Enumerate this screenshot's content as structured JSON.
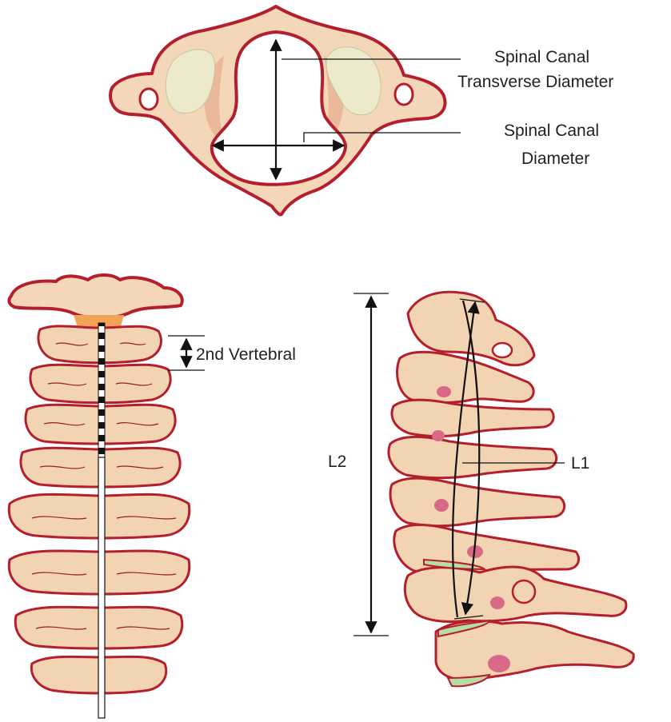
{
  "labels": {
    "canal_transverse_line1": "Spinal Canal",
    "canal_transverse_line2": "Transverse Diameter",
    "canal_diameter_line1": "Spinal Canal",
    "canal_diameter_line2": "Diameter",
    "vertebral": "2nd Vertebral",
    "l2": "L2",
    "l1": "L1"
  },
  "colors": {
    "bone_fill": "#f4d7b8",
    "bone_outline": "#b51f2d",
    "facet": "#eceacb",
    "disc": "#d86a88",
    "ring": "#b8dca5"
  }
}
